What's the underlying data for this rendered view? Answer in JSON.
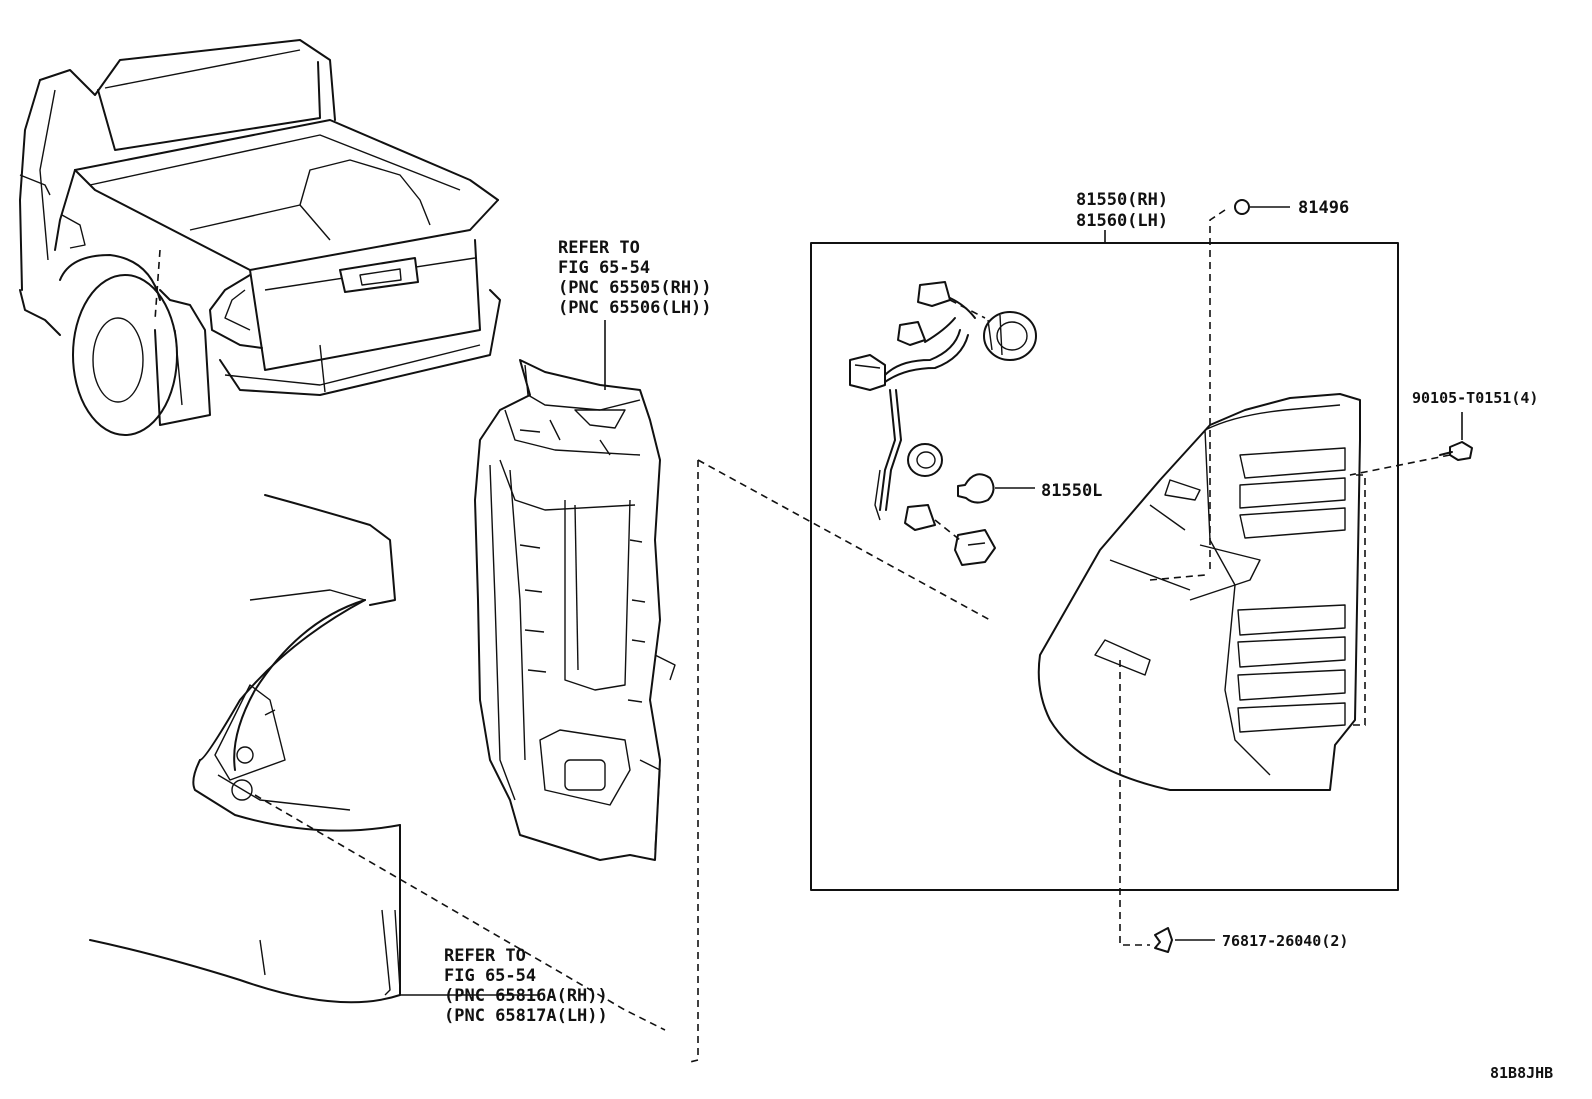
{
  "diagram": {
    "callouts": {
      "lamp_assy_rh": "81550(RH)",
      "lamp_assy_lh": "81560(LH)",
      "clip": "81496",
      "screw": "90105-T0151(4)",
      "bulb": "81550L",
      "retainer": "76817-26040(2)"
    },
    "refer_upper": {
      "line1": "REFER TO",
      "line2": "FIG 65-54",
      "line3": "(PNC 65505(RH))",
      "line4": "(PNC 65506(LH))"
    },
    "refer_lower": {
      "line1": "REFER TO",
      "line2": "FIG 65-54",
      "line3": "(PNC 65816A(RH))",
      "line4": "(PNC 65817A(LH))"
    },
    "illustration_code": "81B8JHB"
  }
}
